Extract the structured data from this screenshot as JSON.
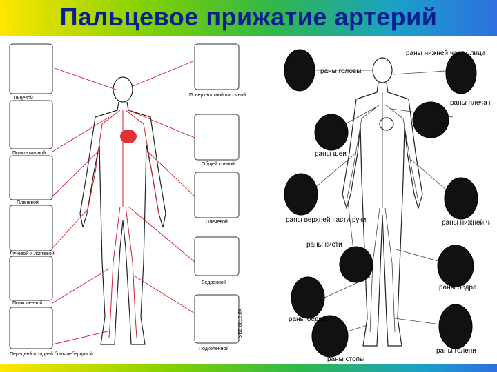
{
  "title": "Пальцевое прижатие артерий",
  "left_diagram": {
    "labels": [
      "Лицевой",
      "Поверхностной височной",
      "Подключичной",
      "Общей сонной",
      "Плечевой",
      "Плечевой",
      "Лучевой и локтевой",
      "Бедренной",
      "Подколенной",
      "Подколенной",
      "Передней и задней большеберцовой"
    ],
    "watermark": "УВЕ 0012 ЛА"
  },
  "right_diagram": {
    "labels": [
      "раны головы",
      "раны нижней части лица",
      "раны шеи",
      "раны плеча и самой верхней части руки",
      "раны верхней части руки",
      "раны нижней части руки",
      "раны кисти",
      "раны бедра",
      "раны бедра",
      "раны стопы",
      "раны голени"
    ]
  }
}
